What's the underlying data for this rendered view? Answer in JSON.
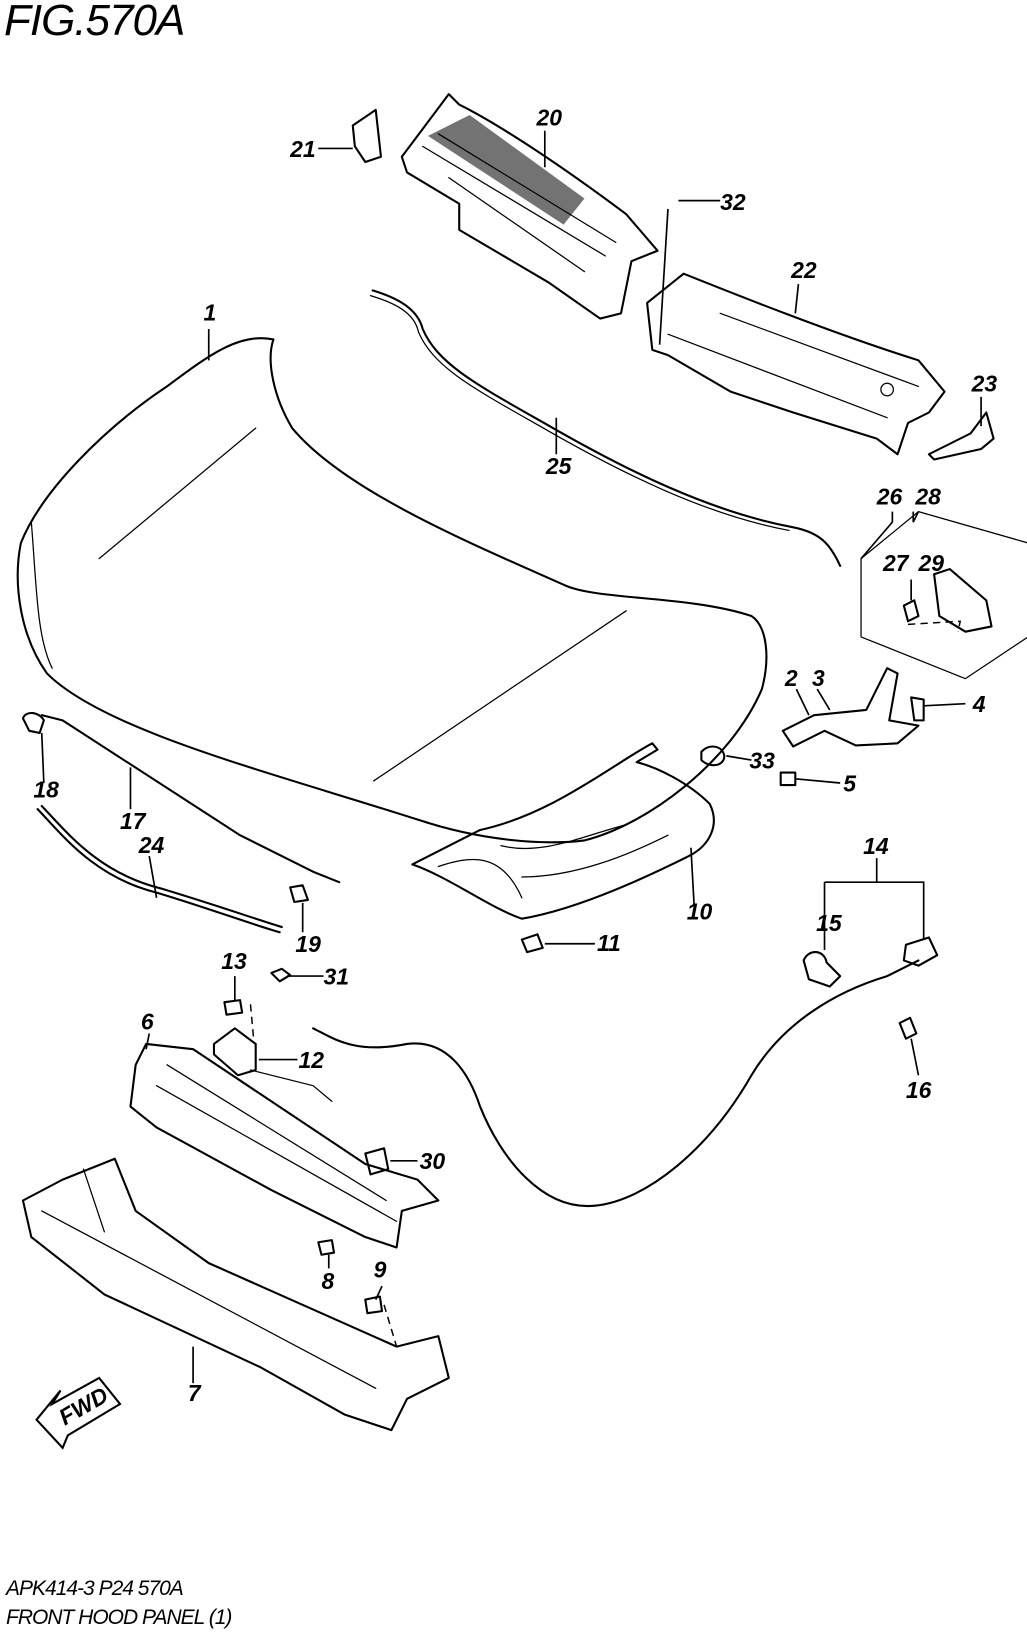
{
  "figure": {
    "title": "FIG.570A"
  },
  "footer": {
    "code": "APK414-3 P24 570A",
    "caption": "FRONT HOOD PANEL (1)"
  },
  "callouts": [
    "1",
    "2",
    "3",
    "4",
    "5",
    "6",
    "7",
    "8",
    "9",
    "10",
    "11",
    "12",
    "13",
    "14",
    "15",
    "16",
    "17",
    "18",
    "19",
    "20",
    "21",
    "22",
    "23",
    "24",
    "25",
    "26",
    "27",
    "28",
    "29",
    "30",
    "31",
    "32",
    "33"
  ],
  "direction_badge": "FWD"
}
